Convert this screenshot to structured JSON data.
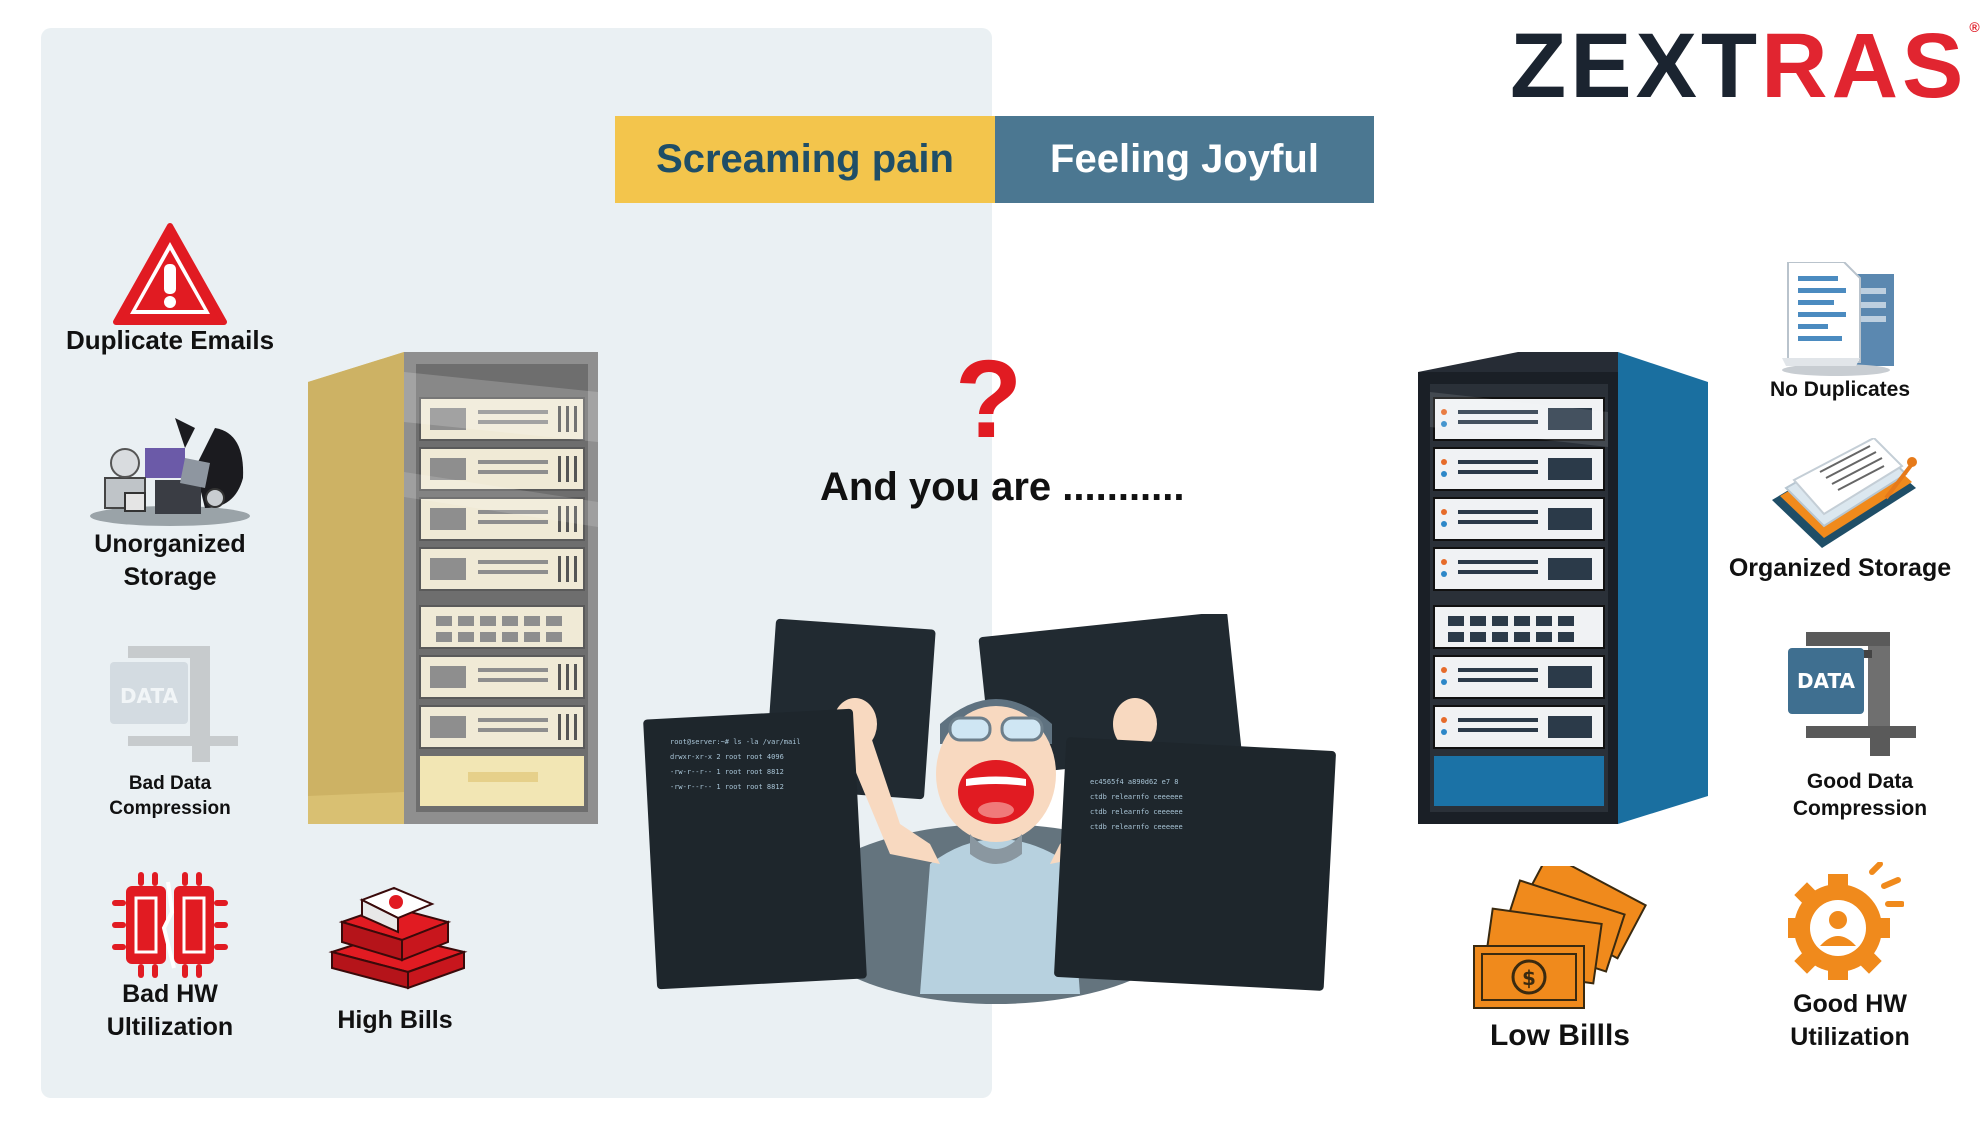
{
  "logo": {
    "brand_dark": "Z",
    "brand_mid": "EXT",
    "brand_red": "RAS",
    "registered": "®"
  },
  "tabs": {
    "pain": "Screaming pain",
    "joy": "Feeling Joyful"
  },
  "center": {
    "question_mark": "?",
    "headline": "And you are ..........."
  },
  "left_items": [
    {
      "label": "Duplicate Emails",
      "icon": "warning-triangle-icon"
    },
    {
      "label": "Unorganized",
      "label2": "Storage",
      "icon": "garbage-pile-icon"
    },
    {
      "label": "Bad Data",
      "label2": "Compression",
      "icon": "data-clamp-icon",
      "icon_text": "DATA"
    },
    {
      "label": "Bad HW",
      "label2": "Ultilization",
      "icon": "broken-chip-icon"
    },
    {
      "label": "High Bills",
      "icon": "money-stack-icon"
    }
  ],
  "right_items": [
    {
      "label": "No Duplicates",
      "icon": "documents-icon"
    },
    {
      "label": "Organized  Storage",
      "icon": "organized-papers-icon"
    },
    {
      "label": "Good Data",
      "label2": "Compression",
      "icon": "data-clamp-icon",
      "icon_text": "DATA"
    },
    {
      "label": "Good HW",
      "label2": "Utilization",
      "icon": "gear-person-icon"
    },
    {
      "label": "Low Billls",
      "icon": "money-fan-icon"
    }
  ],
  "colors": {
    "pain_tab": "#f3c54c",
    "joy_tab": "#4b7791",
    "accent_red": "#e11b22",
    "server_left": "#d9c072",
    "server_right": "#1a6fa0",
    "panel_bg": "#eaf0f3"
  }
}
